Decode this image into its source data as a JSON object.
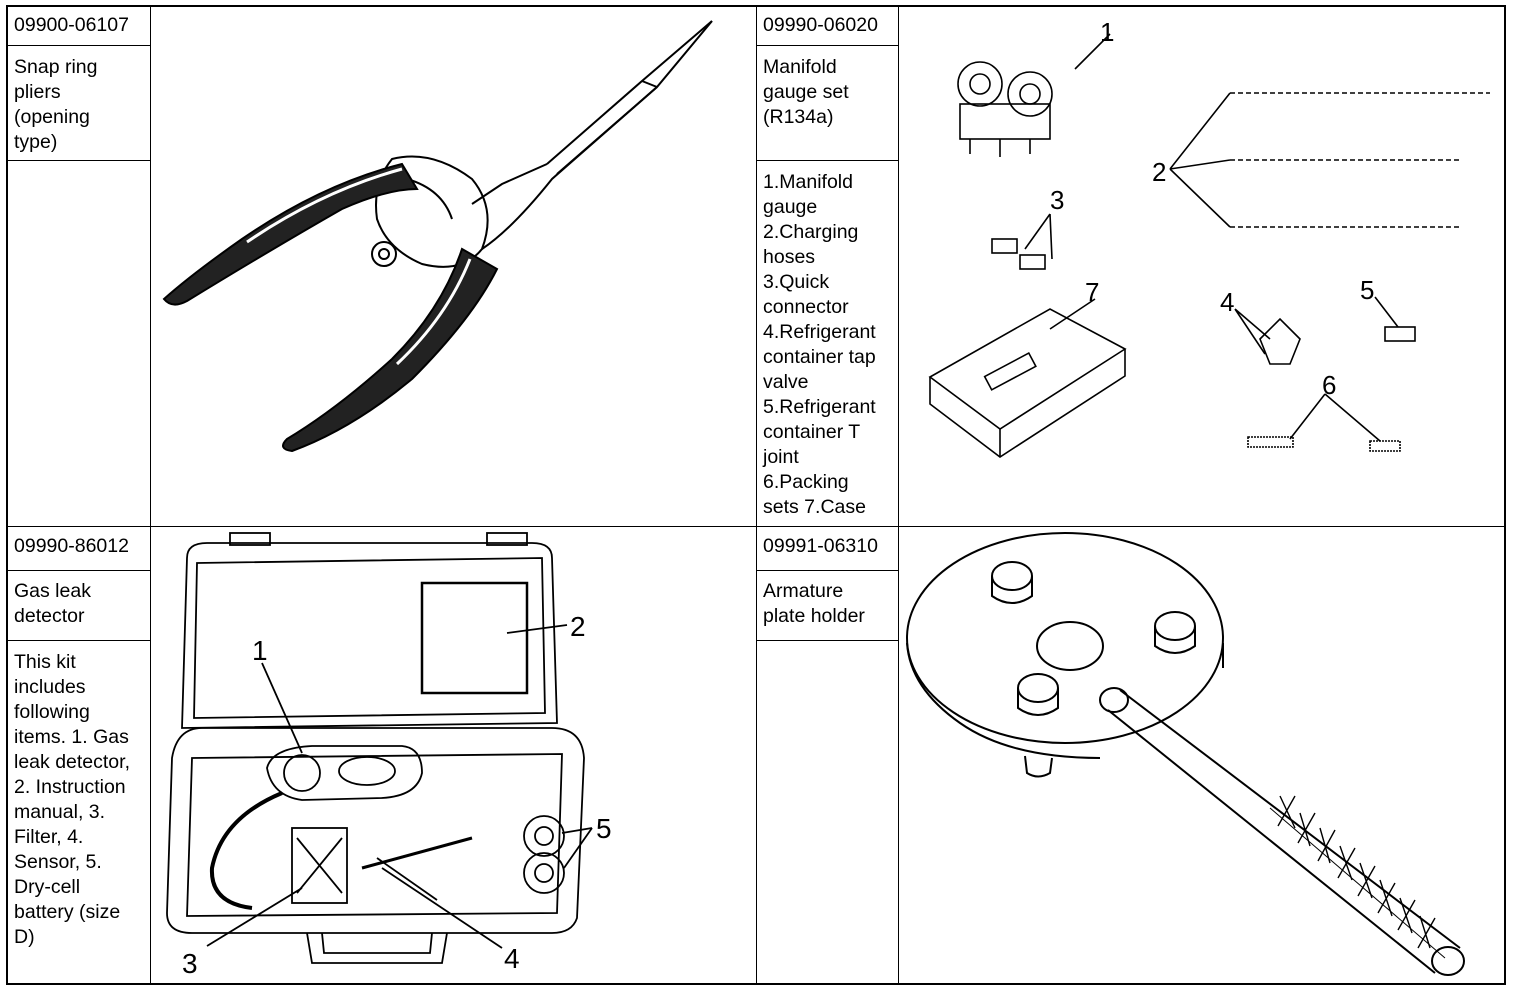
{
  "tools": [
    {
      "part_no": "09900-06107",
      "name": "Snap ring\npliers\n(opening\ntype)",
      "description": ""
    },
    {
      "part_no": "09990-06020",
      "name": "Manifold\ngauge set\n(R134a)",
      "description": "1.Manifold\ngauge\n2.Charging\nhoses\n3.Quick\nconnector\n4.Refrigerant\ncontainer tap\nvalve\n5.Refrigerant\ncontainer T\njoint\n6.Packing\nsets 7.Case",
      "callouts": [
        "1",
        "2",
        "3",
        "4",
        "5",
        "6",
        "7"
      ]
    },
    {
      "part_no": "09990-86012",
      "name": "Gas leak\ndetector",
      "description": "This kit\nincludes\nfollowing\nitems. 1. Gas\nleak detector,\n2. Instruction\nmanual, 3.\nFilter, 4.\nSensor, 5.\nDry-cell\nbattery (size\nD)",
      "callouts": [
        "1",
        "2",
        "3",
        "4",
        "5"
      ]
    },
    {
      "part_no": "09991-06310",
      "name": "Armature\nplate holder",
      "description": ""
    }
  ],
  "icons": [
    "snap-ring-pliers-drawing",
    "manifold-gauge-set-drawing",
    "gas-leak-detector-kit-drawing",
    "armature-plate-holder-drawing"
  ]
}
